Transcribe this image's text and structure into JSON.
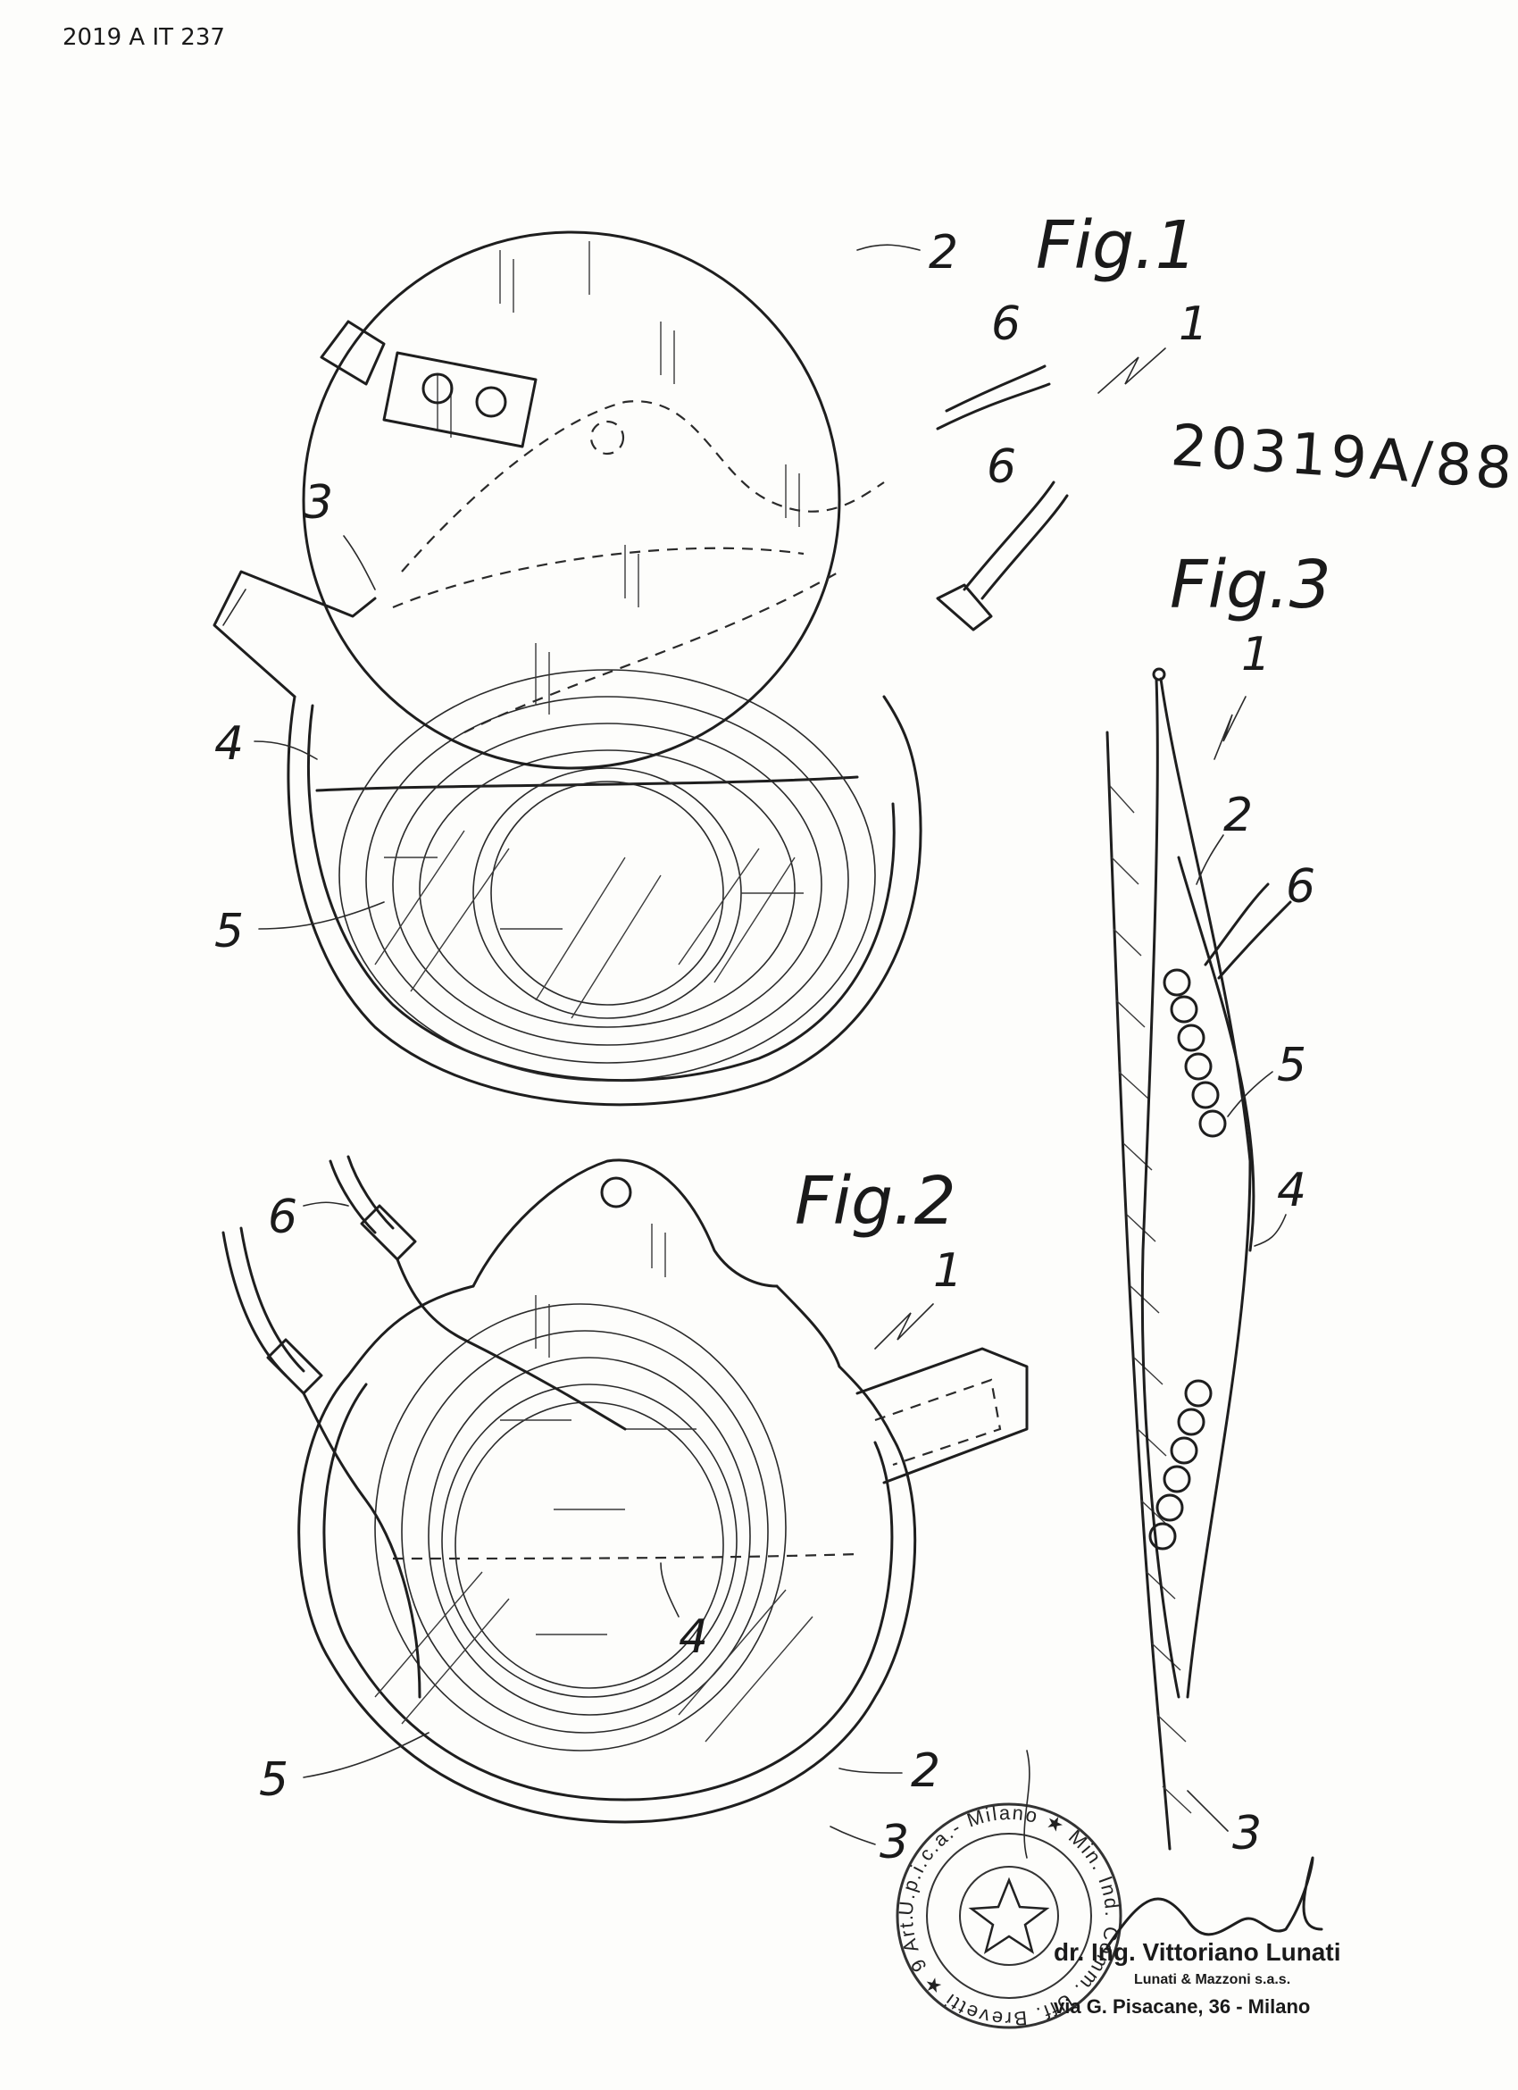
{
  "header_code": "2019 A IT 237",
  "application_number": "20319A/88",
  "figures": {
    "fig1_label": "Fig.1",
    "fig2_label": "Fig.2",
    "fig3_label": "Fig.3"
  },
  "reference_numerals": {
    "n1": "1",
    "n2": "2",
    "n3": "3",
    "n4": "4",
    "n5": "5",
    "n6": "6"
  },
  "stamp": {
    "ring_text": "U.p.i.c.a.- Milano ★ Min. Ind. Comm. Uff. Brevetti ★ 9 Art."
  },
  "attorney": {
    "name": "dr. Ing. Vittoriano Lunati",
    "firm": "Lunati & Mazzoni s.a.s.",
    "address": "via G. Pisacane, 36 - Milano"
  }
}
